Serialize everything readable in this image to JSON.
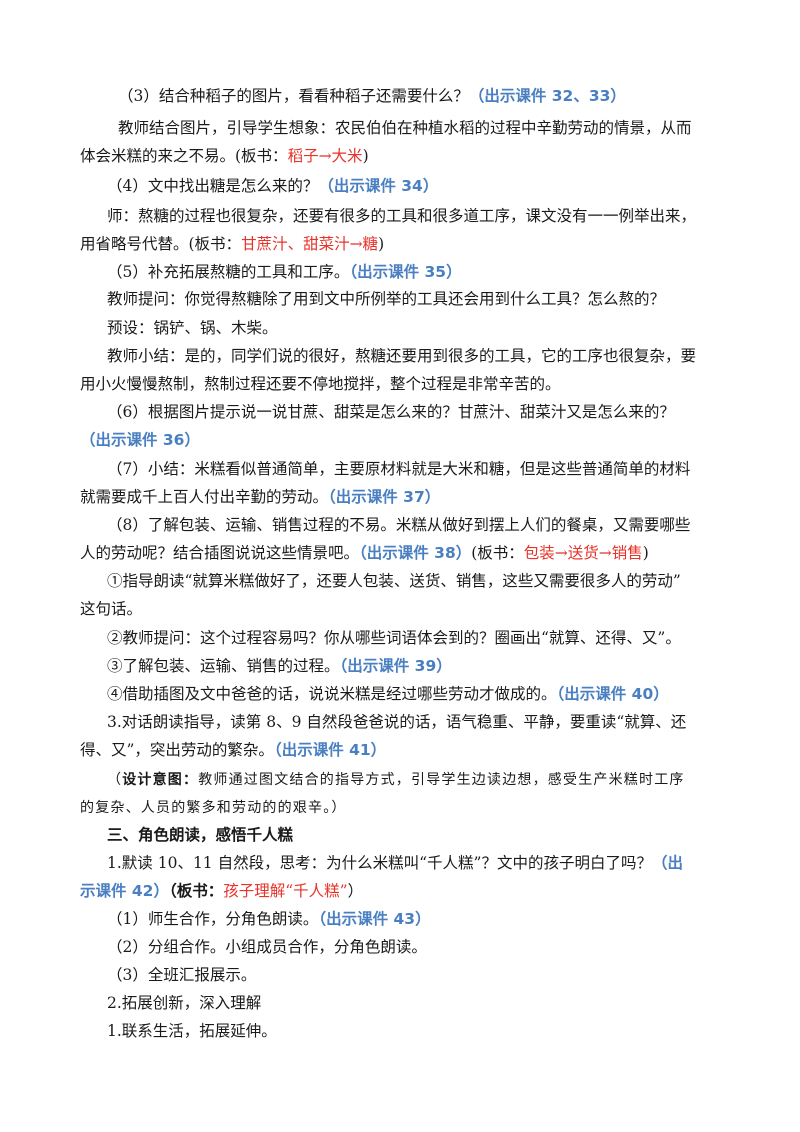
{
  "lines": [
    {
      "id": "l1",
      "segments": [
        {
          "text": "（3）结合种稻子的图片，看看种稻子还需要什么？"
        },
        {
          "text": "（出示课件 32、33）",
          "style": "blue"
        }
      ]
    },
    {
      "id": "l2",
      "segments": [
        {
          "text": "教师结合图片，引导学生想象：农民伯伯在种植水稻的过程中辛勤劳动的情景，从而"
        }
      ]
    },
    {
      "id": "l3",
      "segments": [
        {
          "text": "体会米糕的来之不易。(板书："
        },
        {
          "text": "稻子→大米",
          "style": "red"
        },
        {
          "text": ")"
        }
      ]
    },
    {
      "id": "l4",
      "segments": [
        {
          "text": "（4）文中找出糖是怎么来的？"
        },
        {
          "text": "（出示课件 34）",
          "style": "blue"
        }
      ]
    },
    {
      "id": "l5",
      "segments": [
        {
          "text": "师：熬糖的过程也很复杂，还要有很多的工具和很多道工序，课文没有一一例举出来，"
        }
      ]
    },
    {
      "id": "l6",
      "segments": [
        {
          "text": "用省略号代替。(板书："
        },
        {
          "text": "甘蔗汁、甜菜汁→糖",
          "style": "red"
        },
        {
          "text": ")"
        }
      ]
    },
    {
      "id": "l7",
      "segments": [
        {
          "text": "（5）补充拓展熬糖的工具和工序。"
        },
        {
          "text": "（出示课件 35）",
          "style": "blue"
        }
      ]
    },
    {
      "id": "l8",
      "segments": [
        {
          "text": "教师提问：你觉得熬糖除了用到文中所例举的工具还会用到什么工具？怎么熬的？"
        }
      ]
    },
    {
      "id": "l9",
      "segments": [
        {
          "text": "预设：锅铲、锅、木柴。"
        }
      ]
    },
    {
      "id": "l10",
      "segments": [
        {
          "text": "教师小结：是的，同学们说的很好，熬糖还要用到很多的工具，它的工序也很复杂，要"
        }
      ]
    },
    {
      "id": "l11",
      "segments": [
        {
          "text": "用小火慢慢熬制，熬制过程还要不停地搅拌，整个过程是非常辛苦的。"
        }
      ]
    },
    {
      "id": "l12",
      "segments": [
        {
          "text": "（6）根据图片提示说一说甘蔗、甜菜是怎么来的？甘蔗汁、甜菜汁又是怎么来的？"
        }
      ]
    },
    {
      "id": "l13",
      "segments": [
        {
          "text": "（出示课件 36）",
          "style": "blue"
        }
      ]
    },
    {
      "id": "l14",
      "segments": [
        {
          "text": "（7）小结：米糕看似普通简单，主要原材料就是大米和糖，但是这些普通简单的材料"
        }
      ]
    },
    {
      "id": "l15",
      "segments": [
        {
          "text": "就需要成千上百人付出辛勤的劳动。"
        },
        {
          "text": "（出示课件 37）",
          "style": "blue"
        }
      ]
    },
    {
      "id": "l16",
      "segments": [
        {
          "text": "（8）了解包装、运输、销售过程的不易。米糕从做好到摆上人们的餐桌，又需要哪些"
        }
      ]
    },
    {
      "id": "l17",
      "segments": [
        {
          "text": "人的劳动呢？结合插图说说这些情景吧。"
        },
        {
          "text": "（出示课件 38）",
          "style": "blue"
        },
        {
          "text": "(板书："
        },
        {
          "text": "包装→送货→销售",
          "style": "red"
        },
        {
          "text": ")"
        }
      ]
    },
    {
      "id": "l18",
      "segments": [
        {
          "text": "①指导朗读“就算米糕做好了，还要人包装、送货、销售，这些又需要很多人的劳动”"
        }
      ]
    },
    {
      "id": "l19",
      "segments": [
        {
          "text": "这句话。"
        }
      ]
    },
    {
      "id": "l20",
      "segments": [
        {
          "text": "②教师提问：这个过程容易吗？你从哪些词语体会到的？圈画出“就算、还得、又”。"
        }
      ]
    },
    {
      "id": "l21",
      "segments": [
        {
          "text": "③了解包装、运输、销售的过程。"
        },
        {
          "text": "（出示课件 39）",
          "style": "blue"
        }
      ]
    },
    {
      "id": "l22",
      "segments": [
        {
          "text": "④借助插图及文中爸爸的话，说说米糕是经过哪些劳动才做成的。"
        },
        {
          "text": "（出示课件 40）",
          "style": "blue"
        }
      ]
    },
    {
      "id": "l23",
      "segments": [
        {
          "text": "3.对话朗读指导，读第 8、9 自然段爸爸说的话，语气稳重、平静，要重读“就算、还"
        }
      ]
    },
    {
      "id": "l24",
      "segments": [
        {
          "text": "得、又”，突出劳动的繁杂。"
        },
        {
          "text": "（出示课件 41）",
          "style": "blue"
        }
      ]
    },
    {
      "id": "l25",
      "segments": [
        {
          "text": "（",
          "style": "design"
        },
        {
          "text": "设计意图：",
          "style": "design-bold"
        },
        {
          "text": "教师通过图文结合的指导方式，引导学生边读边想，感受生产米糕时工序",
          "style": "design"
        }
      ]
    },
    {
      "id": "l26",
      "segments": [
        {
          "text": "的复杂、人员的繁多和劳动的的艰辛。）",
          "style": "design"
        }
      ]
    },
    {
      "id": "l27",
      "segments": [
        {
          "text": "三、角色朗读，感悟千人糕",
          "style": "heading"
        }
      ]
    },
    {
      "id": "l28",
      "segments": [
        {
          "text": "1.默读 10、11 自然段，思考：为什么米糕叫“千人糕”？文中的孩子明白了吗？"
        },
        {
          "text": "（出",
          "style": "blue"
        }
      ]
    },
    {
      "id": "l29",
      "segments": [
        {
          "text": "示课件 42）",
          "style": "blue"
        },
        {
          "text": "（板书：",
          "style": "bold"
        },
        {
          "text": "孩子理解“千人糕”",
          "style": "red"
        },
        {
          "text": "）"
        }
      ]
    },
    {
      "id": "l30",
      "segments": [
        {
          "text": "（1）师生合作，分角色朗读。"
        },
        {
          "text": "（出示课件 43）",
          "style": "blue"
        }
      ]
    },
    {
      "id": "l31",
      "segments": [
        {
          "text": "（2）分组合作。小组成员合作，分角色朗读。"
        }
      ]
    },
    {
      "id": "l32",
      "segments": [
        {
          "text": "（3）全班汇报展示。"
        }
      ]
    },
    {
      "id": "l33",
      "segments": [
        {
          "text": "2.拓展创新，深入理解"
        }
      ]
    },
    {
      "id": "l34",
      "segments": [
        {
          "text": "1.联系生活，拓展延伸。"
        }
      ]
    }
  ],
  "colors": {
    "text": "#1a1a1a",
    "accent_blue": "#4a7fc1",
    "board_red": "#e8322a"
  }
}
